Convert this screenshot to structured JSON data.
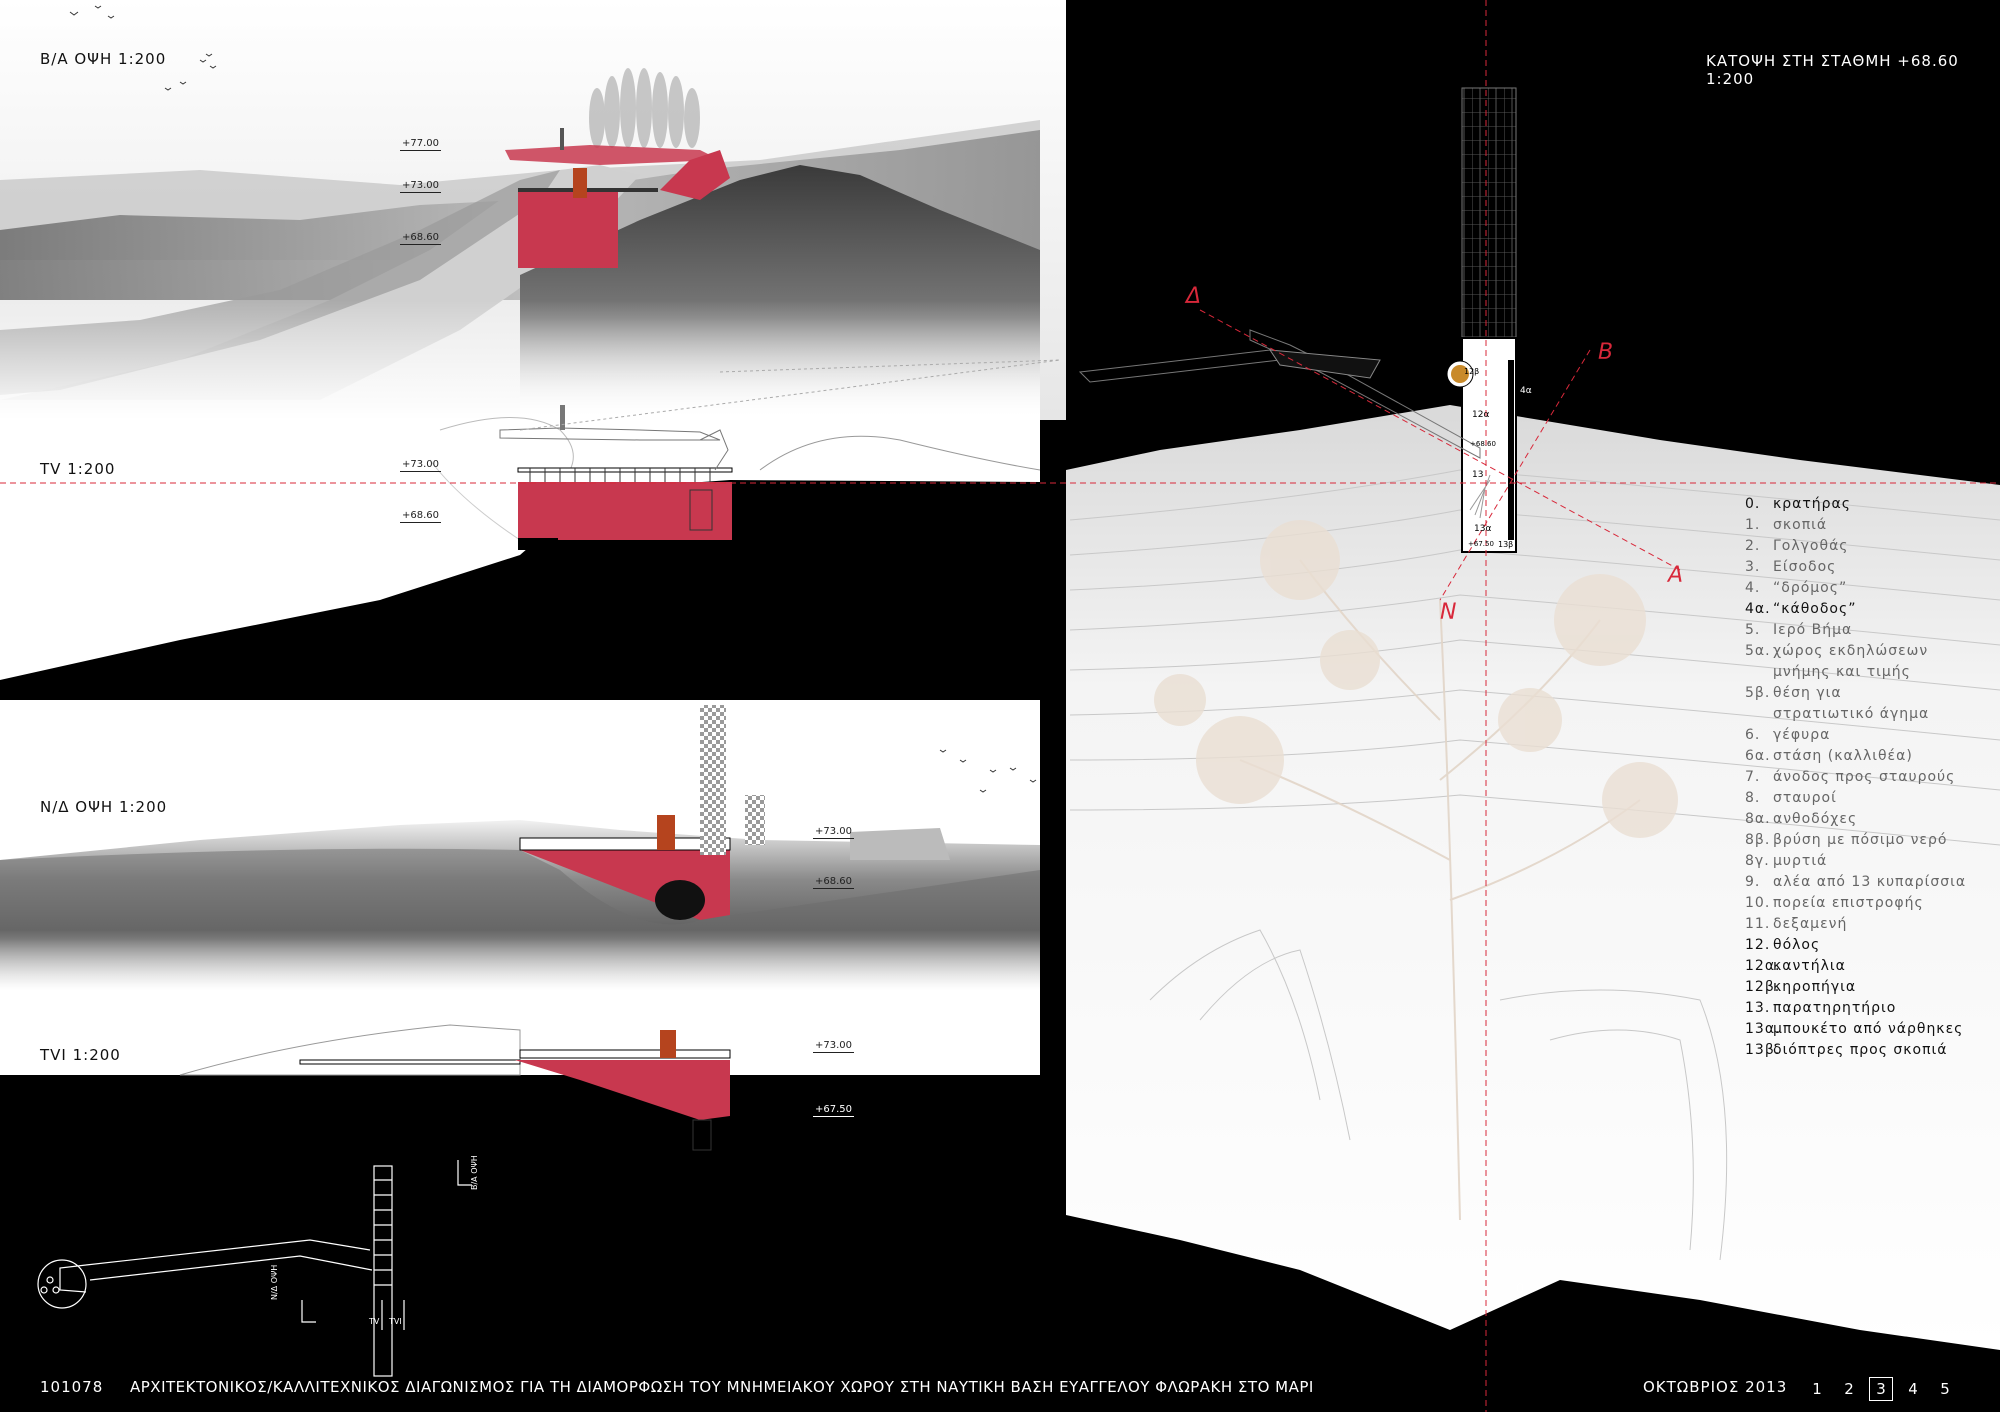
{
  "titles": {
    "view_ne": "Β/Α ΟΨΗ 1:200",
    "section_tv": "ΤV 1:200",
    "view_sw": "Ν/Δ ΟΨΗ 1:200",
    "section_tvi": "ΤVI 1:200",
    "plan": "ΚΑΤΟΨΗ ΣΤΗ ΣΤΑΘΜΗ +68.60 1:200"
  },
  "levels": {
    "ne_1": "+77.00",
    "ne_2": "+73.00",
    "ne_3": "+68.60",
    "tv_1": "+73.00",
    "tv_2": "+68.60",
    "sw_1": "+73.00",
    "sw_2": "+68.60",
    "tvi_1": "+73.00",
    "tvi_2": "+67.50"
  },
  "plan_marks": {
    "d": "Δ",
    "b": "Β",
    "a": "Α",
    "n": "Ν",
    "n4a": "4α",
    "n12b": "12β",
    "n12a": "12α",
    "lvl1": "+68.60",
    "n13": "13",
    "n13a": "13α",
    "lvl2": "+67.50",
    "n13b": "13β",
    "crater": "0"
  },
  "key_plan": {
    "tag_nd": "Ν/Δ ΟΨΗ",
    "tag_ba": "Β/Α ΟΨΗ",
    "tag_tv": "ΤV",
    "tag_tvi": "ΤVI"
  },
  "legend": [
    {
      "num": "0.",
      "text": "κρατήρας",
      "hl": true
    },
    {
      "num": "1.",
      "text": "σκοπιά",
      "hl": false
    },
    {
      "num": "2.",
      "text": "Γολγοθάς",
      "hl": false
    },
    {
      "num": "3.",
      "text": "Είσοδος",
      "hl": false
    },
    {
      "num": "4.",
      "text": "“δρόμος”",
      "hl": false
    },
    {
      "num": "4α.",
      "text": "“κάθοδος”",
      "hl": true
    },
    {
      "num": "5.",
      "text": "Ιερό Βήμα",
      "hl": false
    },
    {
      "num": "5α.",
      "text": "χώρος εκδηλώσεων",
      "hl": false
    },
    {
      "num": "",
      "text": "μνήμης και τιμής",
      "hl": false
    },
    {
      "num": "5β.",
      "text": "θέση για",
      "hl": false
    },
    {
      "num": "",
      "text": "στρατιωτικό άγημα",
      "hl": false
    },
    {
      "num": "6.",
      "text": "γέφυρα",
      "hl": false
    },
    {
      "num": "6α.",
      "text": "στάση (καλλιθέα)",
      "hl": false
    },
    {
      "num": "7.",
      "text": "άνοδος προς σταυρούς",
      "hl": false
    },
    {
      "num": "8.",
      "text": "σταυροί",
      "hl": false
    },
    {
      "num": "8α.",
      "text": "ανθοδόχες",
      "hl": false
    },
    {
      "num": "8β.",
      "text": "βρύση με πόσιμο νερό",
      "hl": false
    },
    {
      "num": "8γ.",
      "text": "μυρτιά",
      "hl": false
    },
    {
      "num": "9.",
      "text": "αλέα από 13 κυπαρίσσια",
      "hl": false
    },
    {
      "num": "10.",
      "text": "πορεία επιστροφής",
      "hl": false
    },
    {
      "num": "11.",
      "text": "δεξαμενή",
      "hl": false
    },
    {
      "num": "12.",
      "text": "θόλος",
      "hl": true
    },
    {
      "num": "12α.",
      "text": "καντήλια",
      "hl": true
    },
    {
      "num": "12β.",
      "text": "κηροπήγια",
      "hl": true
    },
    {
      "num": "13.",
      "text": "παρατηρητήριο",
      "hl": true
    },
    {
      "num": "13α.",
      "text": "μπουκέτο από νάρθηκες",
      "hl": true
    },
    {
      "num": "13β.",
      "text": "διόπτρες προς σκοπιά",
      "hl": true
    }
  ],
  "footer": {
    "code": "101078",
    "title": "ΑΡΧΙΤΕΚΤΟΝΙΚΟΣ/ΚΑΛΛΙΤΕΧΝΙΚΟΣ ΔΙΑΓΩΝΙΣΜΟΣ ΓΙΑ ΤΗ ΔΙΑΜΟΡΦΩΣΗ ΤΟΥ ΜΝΗΜΕΙΑΚΟΥ ΧΩΡΟΥ ΣΤΗ ΝΑΥΤΙΚΗ ΒΑΣΗ ΕΥΑΓΓΕΛΟΥ ΦΛΩΡΑΚΗ ΣΤΟ ΜΑΡΙ",
    "date": "ΟΚΤΩΒΡΙΟΣ 2013",
    "pages": [
      "1",
      "2",
      "3",
      "4",
      "5"
    ],
    "current_page": "3"
  },
  "colors": {
    "accent_red": "#c8384f",
    "door_orange": "#b5441e",
    "guide_red": "#d8283a",
    "ground": "#000000",
    "paper": "#ffffff"
  }
}
